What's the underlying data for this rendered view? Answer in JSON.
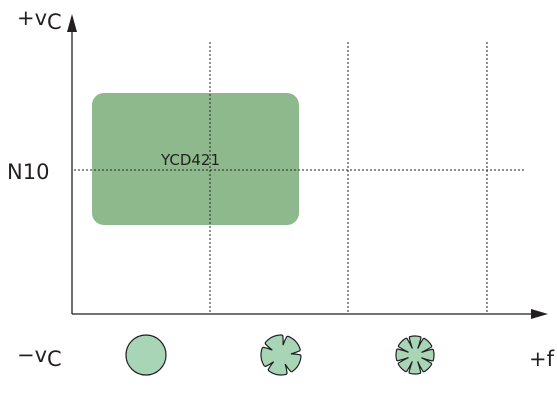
{
  "axes": {
    "y_top_label": {
      "prefix": "+v",
      "sub": "C"
    },
    "y_bottom_label": {
      "prefix": "−v",
      "sub": "C"
    },
    "y_mid_label": "N10",
    "x_label": "+f"
  },
  "region": {
    "label": "YCD421",
    "color": "#8db98d"
  },
  "shapes": [
    {
      "name": "intact-particle",
      "petals": 0
    },
    {
      "name": "partially-cracked-particle",
      "petals": 5
    },
    {
      "name": "heavily-cracked-particle",
      "petals": 8
    }
  ],
  "colors": {
    "axis": "#231f20",
    "grid": "#231f20",
    "particle_fill": "#a8d5b6",
    "particle_stroke": "#231f20"
  }
}
